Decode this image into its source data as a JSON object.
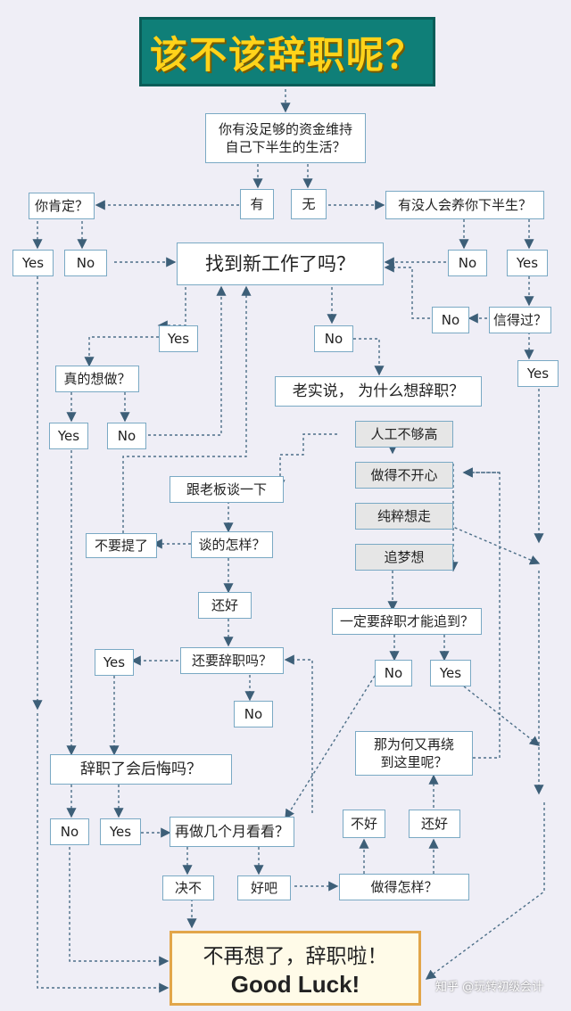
{
  "title": "该不该辞职呢？",
  "nodes": {
    "q_money": "你有没足够的资金维持\n自己下半生的生活？",
    "you": "有",
    "wu": "无",
    "q_sure": "你肯定？",
    "q_support": "有没人会养你下半生？",
    "sure_yes": "Yes",
    "sure_no": "No",
    "q_newjob": "找到新工作了吗？",
    "support_no": "No",
    "support_yes": "Yes",
    "q_trust": "信得过？",
    "trust_no": "No",
    "trust_yes": "Yes",
    "newjob_yes": "Yes",
    "newjob_no": "No",
    "q_reallywant": "真的想做？",
    "want_yes": "Yes",
    "want_no": "No",
    "q_why": "老实说， 为什么想辞职？",
    "r_salary": "人工不够高",
    "r_unhappy": "做得不开心",
    "r_purely": "纯粹想走",
    "r_dream": "追梦想",
    "talk_boss": "跟老板谈一下",
    "dont_mention": "不要提了",
    "q_howtalk": "谈的怎样？",
    "ok1": "还好",
    "q_dream": "一定要辞职才能追到？",
    "q_stillquit": "还要辞职吗？",
    "dream_no": "No",
    "dream_yes": "Yes",
    "still_yes": "Yes",
    "still_no": "No",
    "q_why_back": "那为何又再绕\n到这里呢？",
    "q_regret": "辞职了会后悔吗？",
    "bad": "不好",
    "ok2": "还好",
    "regret_no": "No",
    "regret_yes": "Yes",
    "try_months": "再做几个月看看？",
    "decide_no": "决不",
    "fine": "好吧",
    "q_howdoing": "做得怎样？"
  },
  "final": {
    "line1": "不再想了，辞职啦！",
    "line2": "Good Luck!"
  },
  "watermark": "知乎 @玩转初级会计"
}
